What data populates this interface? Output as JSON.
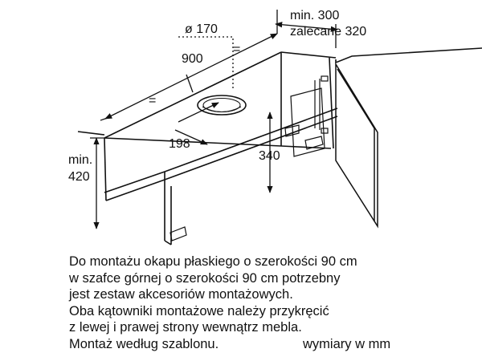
{
  "dimensions": {
    "hole_diameter": "ø 170",
    "depth_min_line1": "min. 300",
    "depth_min_line2": "zalecane 320",
    "width": "900",
    "equal_left": "=",
    "equal_right": "=",
    "hole_offset": "198",
    "height_340": "340",
    "height_min_line1": "min.",
    "height_min_line2": "420"
  },
  "caption": {
    "line1": "Do montażu okapu płaskiego o szerokości 90 cm",
    "line2": "w szafce górnej o szerokości 90 cm potrzebny",
    "line3": "jest zestaw akcesoriów montażowych.",
    "line4": "Oba kątowniki montażowe należy przykręcić",
    "line5": "z lewej i prawej strony wewnątrz mebla.",
    "line6": "Montaż według szablonu.",
    "units": "wymiary w mm"
  }
}
